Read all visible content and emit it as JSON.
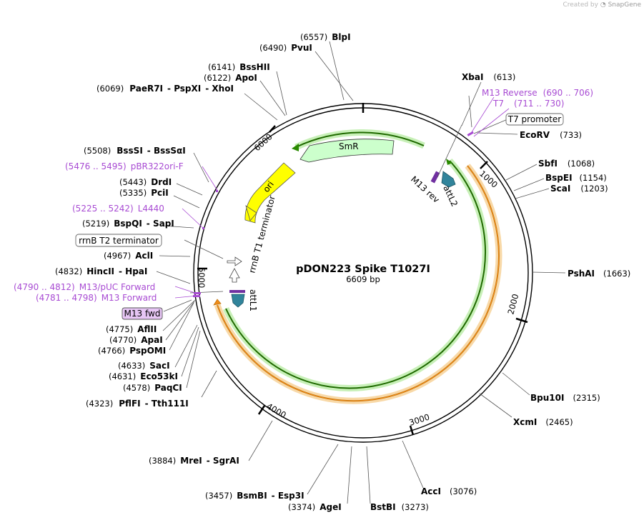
{
  "watermark": {
    "prefix": "Created by",
    "brand": "SnapGene"
  },
  "plasmid": {
    "name": "pDON223 Spike T1027I",
    "size_label": "6609 bp"
  },
  "colors": {
    "smr": "#ccffcc",
    "ori": "#ffff00",
    "att": "#31849b",
    "primer": "#a84bd3",
    "cds_green": "#2a8a00",
    "cds_orange": "#ef8c1a",
    "glow_green": "#c8f0b8",
    "glow_orange": "#f8d9a8"
  },
  "features": {
    "smr": "SmR",
    "ori": "ori",
    "rrnb_t1": "rrnB T1 terminator",
    "attl1": "attL1",
    "attl2": "attL2",
    "m13rev": "M13 rev",
    "rrnb_t2": "rrnB T2 terminator",
    "t7prom": "T7 promoter",
    "m13fwd": "M13 fwd"
  },
  "ticks": [
    "1000",
    "2000",
    "3000",
    "4000",
    "5000",
    "6000"
  ],
  "sites": {
    "blpi": {
      "pos": "(6557)",
      "name": "BlpI"
    },
    "pvui": {
      "pos": "(6490)",
      "name": "PvuI"
    },
    "bsshii": {
      "pos": "(6141)",
      "name": "BssHII"
    },
    "apoi": {
      "pos": "(6122)",
      "name": "ApoI"
    },
    "paer7i": {
      "pos": "(6069)",
      "name": "PaeR7I",
      "name2": "PspXI",
      "name3": "XhoI"
    },
    "bsssi": {
      "pos": "(5508)",
      "name": "BssSI",
      "name2": "BssSαI"
    },
    "drdi": {
      "pos": "(5443)",
      "name": "DrdI"
    },
    "pcii": {
      "pos": "(5335)",
      "name": "PciI"
    },
    "bspqi": {
      "pos": "(5219)",
      "name": "BspQI",
      "name2": "SapI"
    },
    "acli": {
      "pos": "(4967)",
      "name": "AclI"
    },
    "hincii": {
      "pos": "(4832)",
      "name": "HincII",
      "name2": "HpaI"
    },
    "aflii": {
      "pos": "(4775)",
      "name": "AflII"
    },
    "apai": {
      "pos": "(4770)",
      "name": "ApaI"
    },
    "pspomi": {
      "pos": "(4766)",
      "name": "PspOMI"
    },
    "saci": {
      "pos": "(4633)",
      "name": "SacI"
    },
    "eco53ki": {
      "pos": "(4631)",
      "name": "Eco53kI"
    },
    "paqci": {
      "pos": "(4578)",
      "name": "PaqCI"
    },
    "pflfi": {
      "pos": "(4323)",
      "name": "PflFI",
      "name2": "Tth111I"
    },
    "mrei": {
      "pos": "(3884)",
      "name": "MreI",
      "name2": "SgrAI"
    },
    "bsmbi": {
      "pos": "(3457)",
      "name": "BsmBI",
      "name2": "Esp3I"
    },
    "agei": {
      "pos": "(3374)",
      "name": "AgeI"
    },
    "bstbi": {
      "name": "BstBI",
      "pos": "(3273)"
    },
    "acci": {
      "name": "AccI",
      "pos": "(3076)"
    },
    "xcmi": {
      "name": "XcmI",
      "pos": "(2465)"
    },
    "bpu10i": {
      "name": "Bpu10I",
      "pos": "(2315)"
    },
    "pshai": {
      "name": "PshAI",
      "pos": "(1663)"
    },
    "scai": {
      "name": "ScaI",
      "pos": "(1203)"
    },
    "bspei": {
      "name": "BspEI",
      "pos": "(1154)"
    },
    "sbfi": {
      "name": "SbfI",
      "pos": "(1068)"
    },
    "ecorv": {
      "name": "EcoRV",
      "pos": "(733)"
    },
    "xbai": {
      "name": "XbaI",
      "pos": "(613)"
    }
  },
  "primers": {
    "pbr322": {
      "range": "(5476 .. 5495)",
      "name": "pBR322ori-F"
    },
    "l4440": {
      "range": "(5225 .. 5242)",
      "name": "L4440"
    },
    "m13puc": {
      "range": "(4790 .. 4812)",
      "name": "M13/pUC Forward"
    },
    "m13fwd": {
      "range": "(4781 .. 4798)",
      "name": "M13 Forward"
    },
    "m13rev": {
      "name": "M13 Reverse",
      "range": "(690 .. 706)"
    },
    "t7": {
      "name": "T7",
      "range": "(711 .. 730)"
    }
  }
}
